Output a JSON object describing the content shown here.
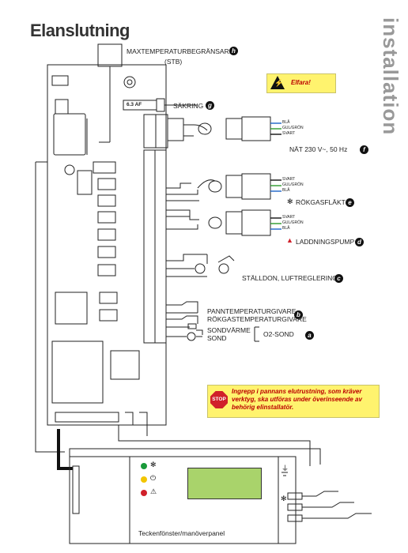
{
  "header": {
    "title": "Elanslutning",
    "side_tab": "installation"
  },
  "labels": {
    "stb": "MAXTEMPERATURBEGRÄNSARE",
    "stb_abbr": "(STB)",
    "fuse": "SÄKRING",
    "fuse_rating": "6.3 AF",
    "mains": "NÄT 230 V~, 50 Hz",
    "flue_fan": "RÖKGASFLÄKT",
    "charge_pump": "LADDNINGSPUMP",
    "actuator": "STÄLLDON, LUFTREGLERING",
    "boiler_sensor": "PANNTEMPERATURGIVARE",
    "flue_sensor": "RÖKGASTEMPERATURGIVARE",
    "probe_heat": "SONDVÄRME",
    "probe": "SOND",
    "o2": "O2-SOND",
    "panel": "Teckenfönster/manöverpanel"
  },
  "badges": {
    "h": "h",
    "g": "g",
    "f": "f",
    "e": "e",
    "d": "d",
    "c": "c",
    "b": "b",
    "a": "a"
  },
  "warnings": {
    "electric": "Elfara!",
    "stop_sign": "STOP",
    "stop_text": "Ingrepp i pannans elutrustning, som kräver verktyg, ska utföras under överinseende av behörig elinstallatör."
  },
  "wire_colors": {
    "mains": [
      "BLÅ",
      "GUL/GRÖN",
      "SVART"
    ],
    "fan": [
      "SVART",
      "GUL/GRÖN",
      "BLÅ"
    ],
    "pump": [
      "SVART",
      "GUL/GRÖN",
      "BLÅ"
    ]
  },
  "colors": {
    "warning_bg": "#fff36e",
    "lcd": "#a9d36b",
    "led_green": "#1a9a3a",
    "led_yellow": "#f2c500",
    "led_red": "#d0202a"
  }
}
